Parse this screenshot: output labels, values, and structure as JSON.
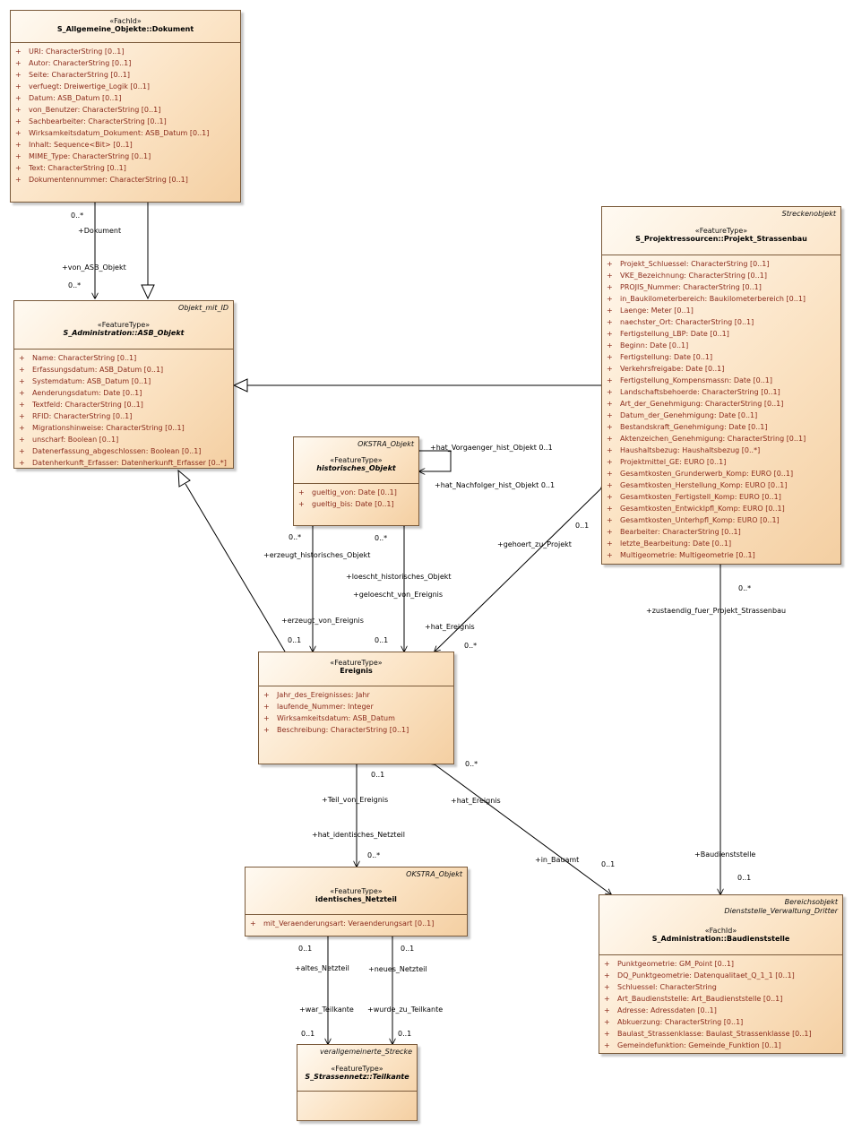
{
  "classes": {
    "dokument": {
      "stereotype": "«FachId»",
      "name": "S_Allgemeine_Objekte::Dokument",
      "attributes": [
        "URI: CharacterString [0..1]",
        "Autor: CharacterString [0..1]",
        "Seite: CharacterString [0..1]",
        "verfuegt: Dreiwertige_Logik [0..1]",
        "Datum: ASB_Datum [0..1]",
        "von_Benutzer: CharacterString [0..1]",
        "Sachbearbeiter: CharacterString [0..1]",
        "Wirksamkeitsdatum_Dokument: ASB_Datum [0..1]",
        "Inhalt: Sequence<Bit> [0..1]",
        "MIME_Type: CharacterString [0..1]",
        "Text: CharacterString [0..1]",
        "Dokumentennummer: CharacterString [0..1]"
      ]
    },
    "asb_objekt": {
      "tag": "Objekt_mit_ID",
      "stereotype": "«FeatureType»",
      "name": "S_Administration::ASB_Objekt",
      "attributes": [
        "Name: CharacterString [0..1]",
        "Erfassungsdatum: ASB_Datum [0..1]",
        "Systemdatum: ASB_Datum [0..1]",
        "Aenderungsdatum: Date [0..1]",
        "Textfeld: CharacterString [0..1]",
        "RFID: CharacterString [0..1]",
        "Migrationshinweise: CharacterString [0..1]",
        "unscharf: Boolean [0..1]",
        "Datenerfassung_abgeschlossen: Boolean [0..1]",
        "Datenherkunft_Erfasser: Datenherkunft_Erfasser [0..*]"
      ]
    },
    "projekt": {
      "tag": "Streckenobjekt",
      "stereotype": "«FeatureType»",
      "name": "S_Projektressourcen::Projekt_Strassenbau",
      "attributes": [
        "Projekt_Schluessel: CharacterString [0..1]",
        "VKE_Bezeichnung: CharacterString [0..1]",
        "PROJIS_Nummer: CharacterString [0..1]",
        "in_Baukilometerbereich: Baukilometerbereich [0..1]",
        "Laenge: Meter [0..1]",
        "naechster_Ort: CharacterString [0..1]",
        "Fertigstellung_LBP: Date [0..1]",
        "Beginn: Date [0..1]",
        "Fertigstellung: Date [0..1]",
        "Verkehrsfreigabe: Date [0..1]",
        "Fertigstellung_Kompensmassn: Date [0..1]",
        "Landschaftsbehoerde: CharacterString [0..1]",
        "Art_der_Genehmigung: CharacterString [0..1]",
        "Datum_der_Genehmigung: Date [0..1]",
        "Bestandskraft_Genehmigung: Date [0..1]",
        "Aktenzeichen_Genehmigung: CharacterString [0..1]",
        "Haushaltsbezug: Haushaltsbezug [0..*]",
        "Projektmittel_GE: EURO [0..1]",
        "Gesamtkosten_Grunderwerb_Komp: EURO [0..1]",
        "Gesamtkosten_Herstellung_Komp: EURO [0..1]",
        "Gesamtkosten_Fertigstell_Komp: EURO [0..1]",
        "Gesamtkosten_Entwicklpfl_Komp: EURO [0..1]",
        "Gesamtkosten_Unterhpfl_Komp: EURO [0..1]",
        "Bearbeiter: CharacterString [0..1]",
        "letzte_Bearbeitung: Date [0..1]",
        "Multigeometrie: Multigeometrie [0..1]"
      ]
    },
    "hist": {
      "tag": "OKSTRA_Objekt",
      "stereotype": "«FeatureType»",
      "name": "historisches_Objekt",
      "attributes": [
        "gueltig_von: Date [0..1]",
        "gueltig_bis: Date [0..1]"
      ]
    },
    "ereignis": {
      "stereotype": "«FeatureType»",
      "name": "Ereignis",
      "attributes": [
        "Jahr_des_Ereignisses: Jahr",
        "laufende_Nummer: Integer",
        "Wirksamkeitsdatum: ASB_Datum",
        "Beschreibung: CharacterString [0..1]"
      ]
    },
    "netzteil": {
      "tag": "OKSTRA_Objekt",
      "stereotype": "«FeatureType»",
      "name": "identisches_Netzteil",
      "attributes": [
        "mit_Veraenderungsart: Veraenderungsart [0..1]"
      ]
    },
    "baudienststelle": {
      "tag": "Bereichsobjekt",
      "tag2": "Dienststelle_Verwaltung_Dritter",
      "stereotype": "«FachId»",
      "name": "S_Administration::Baudienststelle",
      "attributes": [
        "Punktgeometrie: GM_Point [0..1]",
        "DQ_Punktgeometrie: Datenqualitaet_Q_1_1 [0..1]",
        "Schluessel: CharacterString",
        "Art_Baudienststelle: Art_Baudienststelle [0..1]",
        "Adresse: Adressdaten [0..1]",
        "Abkuerzung: CharacterString [0..1]",
        "Baulast_Strassenklasse: Baulast_Strassenklasse [0..1]",
        "Gemeindefunktion: Gemeinde_Funktion [0..1]"
      ]
    },
    "teilkante": {
      "tag": "verallgemeinerte_Strecke",
      "stereotype": "«FeatureType»",
      "name": "S_Strassennetz::Teilkante",
      "attributes": []
    }
  },
  "labels": {
    "dok_mult": "0..*",
    "dok_role": "+Dokument",
    "asb_role": "+von_ASB_Objekt",
    "asb_mult": "0..*",
    "hist_vorg": "+hat_Vorgaenger_hist_Objekt 0..1",
    "hist_nachf": "+hat_Nachfolger_hist_Objekt 0..1",
    "erz_mult_top": "0..*",
    "erz_role_top": "+erzeugt_historisches_Objekt",
    "erz_role_bot": "+erzeugt_von_Ereignis",
    "erz_mult_bot": "0..1",
    "loe_mult_top": "0..*",
    "loe_role_top": "+loescht_historisches_Objekt",
    "loe_role_bot": "+geloescht_von_Ereignis",
    "loe_mult_bot": "0..1",
    "proj_mult": "0..1",
    "proj_role": "+gehoert_zu_Projekt",
    "ereig_role_proj": "+hat_Ereignis",
    "ereig_mult_proj": "0..*",
    "teil_mult_top": "0..1",
    "teil_role_top": "+Teil_von_Ereignis",
    "teil_role_bot": "+hat_identisches_Netzteil",
    "teil_mult_bot": "0..*",
    "bau_ereig_mult": "0..*",
    "bau_ereig_role": "+hat_Ereignis",
    "bau_role": "+in_Bauamt",
    "bau_mult": "0..1",
    "zust_mult": "0..*",
    "zust_role": "+zustaendig_fuer_Projekt_Strassenbau",
    "baud_role": "+Baudienststelle",
    "baud_mult": "0..1",
    "alt_mult": "0..1",
    "alt_role": "+altes_Netzteil",
    "neu_mult": "0..1",
    "neu_role": "+neues_Netzteil",
    "war_role": "+war_Teilkante",
    "war_mult": "0..1",
    "wurde_role": "+wurde_zu_Teilkante",
    "wurde_mult": "0..1"
  }
}
